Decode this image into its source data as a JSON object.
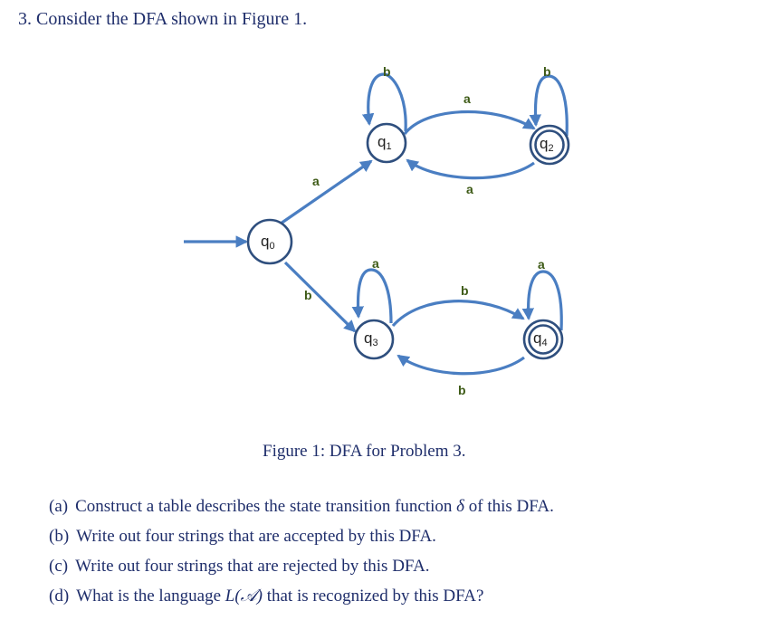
{
  "problem": {
    "heading": "3. Consider the DFA shown in Figure 1."
  },
  "diagram": {
    "states": [
      {
        "id": "q0",
        "base": "q",
        "sub": "0",
        "accepting": false,
        "start": true
      },
      {
        "id": "q1",
        "base": "q",
        "sub": "1",
        "accepting": false,
        "start": false
      },
      {
        "id": "q2",
        "base": "q",
        "sub": "2",
        "accepting": true,
        "start": false
      },
      {
        "id": "q3",
        "base": "q",
        "sub": "3",
        "accepting": false,
        "start": false
      },
      {
        "id": "q4",
        "base": "q",
        "sub": "4",
        "accepting": true,
        "start": false
      }
    ],
    "transitions": [
      {
        "from": "q0",
        "to": "q1",
        "symbol": "a"
      },
      {
        "from": "q0",
        "to": "q3",
        "symbol": "b"
      },
      {
        "from": "q1",
        "to": "q1",
        "symbol": "b"
      },
      {
        "from": "q1",
        "to": "q2",
        "symbol": "a"
      },
      {
        "from": "q2",
        "to": "q2",
        "symbol": "b"
      },
      {
        "from": "q2",
        "to": "q1",
        "symbol": "a"
      },
      {
        "from": "q3",
        "to": "q3",
        "symbol": "a"
      },
      {
        "from": "q3",
        "to": "q4",
        "symbol": "b"
      },
      {
        "from": "q4",
        "to": "q4",
        "symbol": "a"
      },
      {
        "from": "q4",
        "to": "q3",
        "symbol": "b"
      }
    ]
  },
  "figure": {
    "caption": "Figure 1: DFA for Problem 3."
  },
  "questions": [
    {
      "marker": "(a)",
      "text_before": "Construct a table describes the state transition function ",
      "math": "δ",
      "text_after": " of this DFA."
    },
    {
      "marker": "(b)",
      "text_before": "Write out four strings that are accepted by this DFA.",
      "math": "",
      "text_after": ""
    },
    {
      "marker": "(c)",
      "text_before": "Write out four strings that are rejected by this DFA.",
      "math": "",
      "text_after": ""
    },
    {
      "marker": "(d)",
      "text_before": "What is the language ",
      "math": "L(𝒜)",
      "text_after": " that is recognized by this DFA?"
    }
  ]
}
